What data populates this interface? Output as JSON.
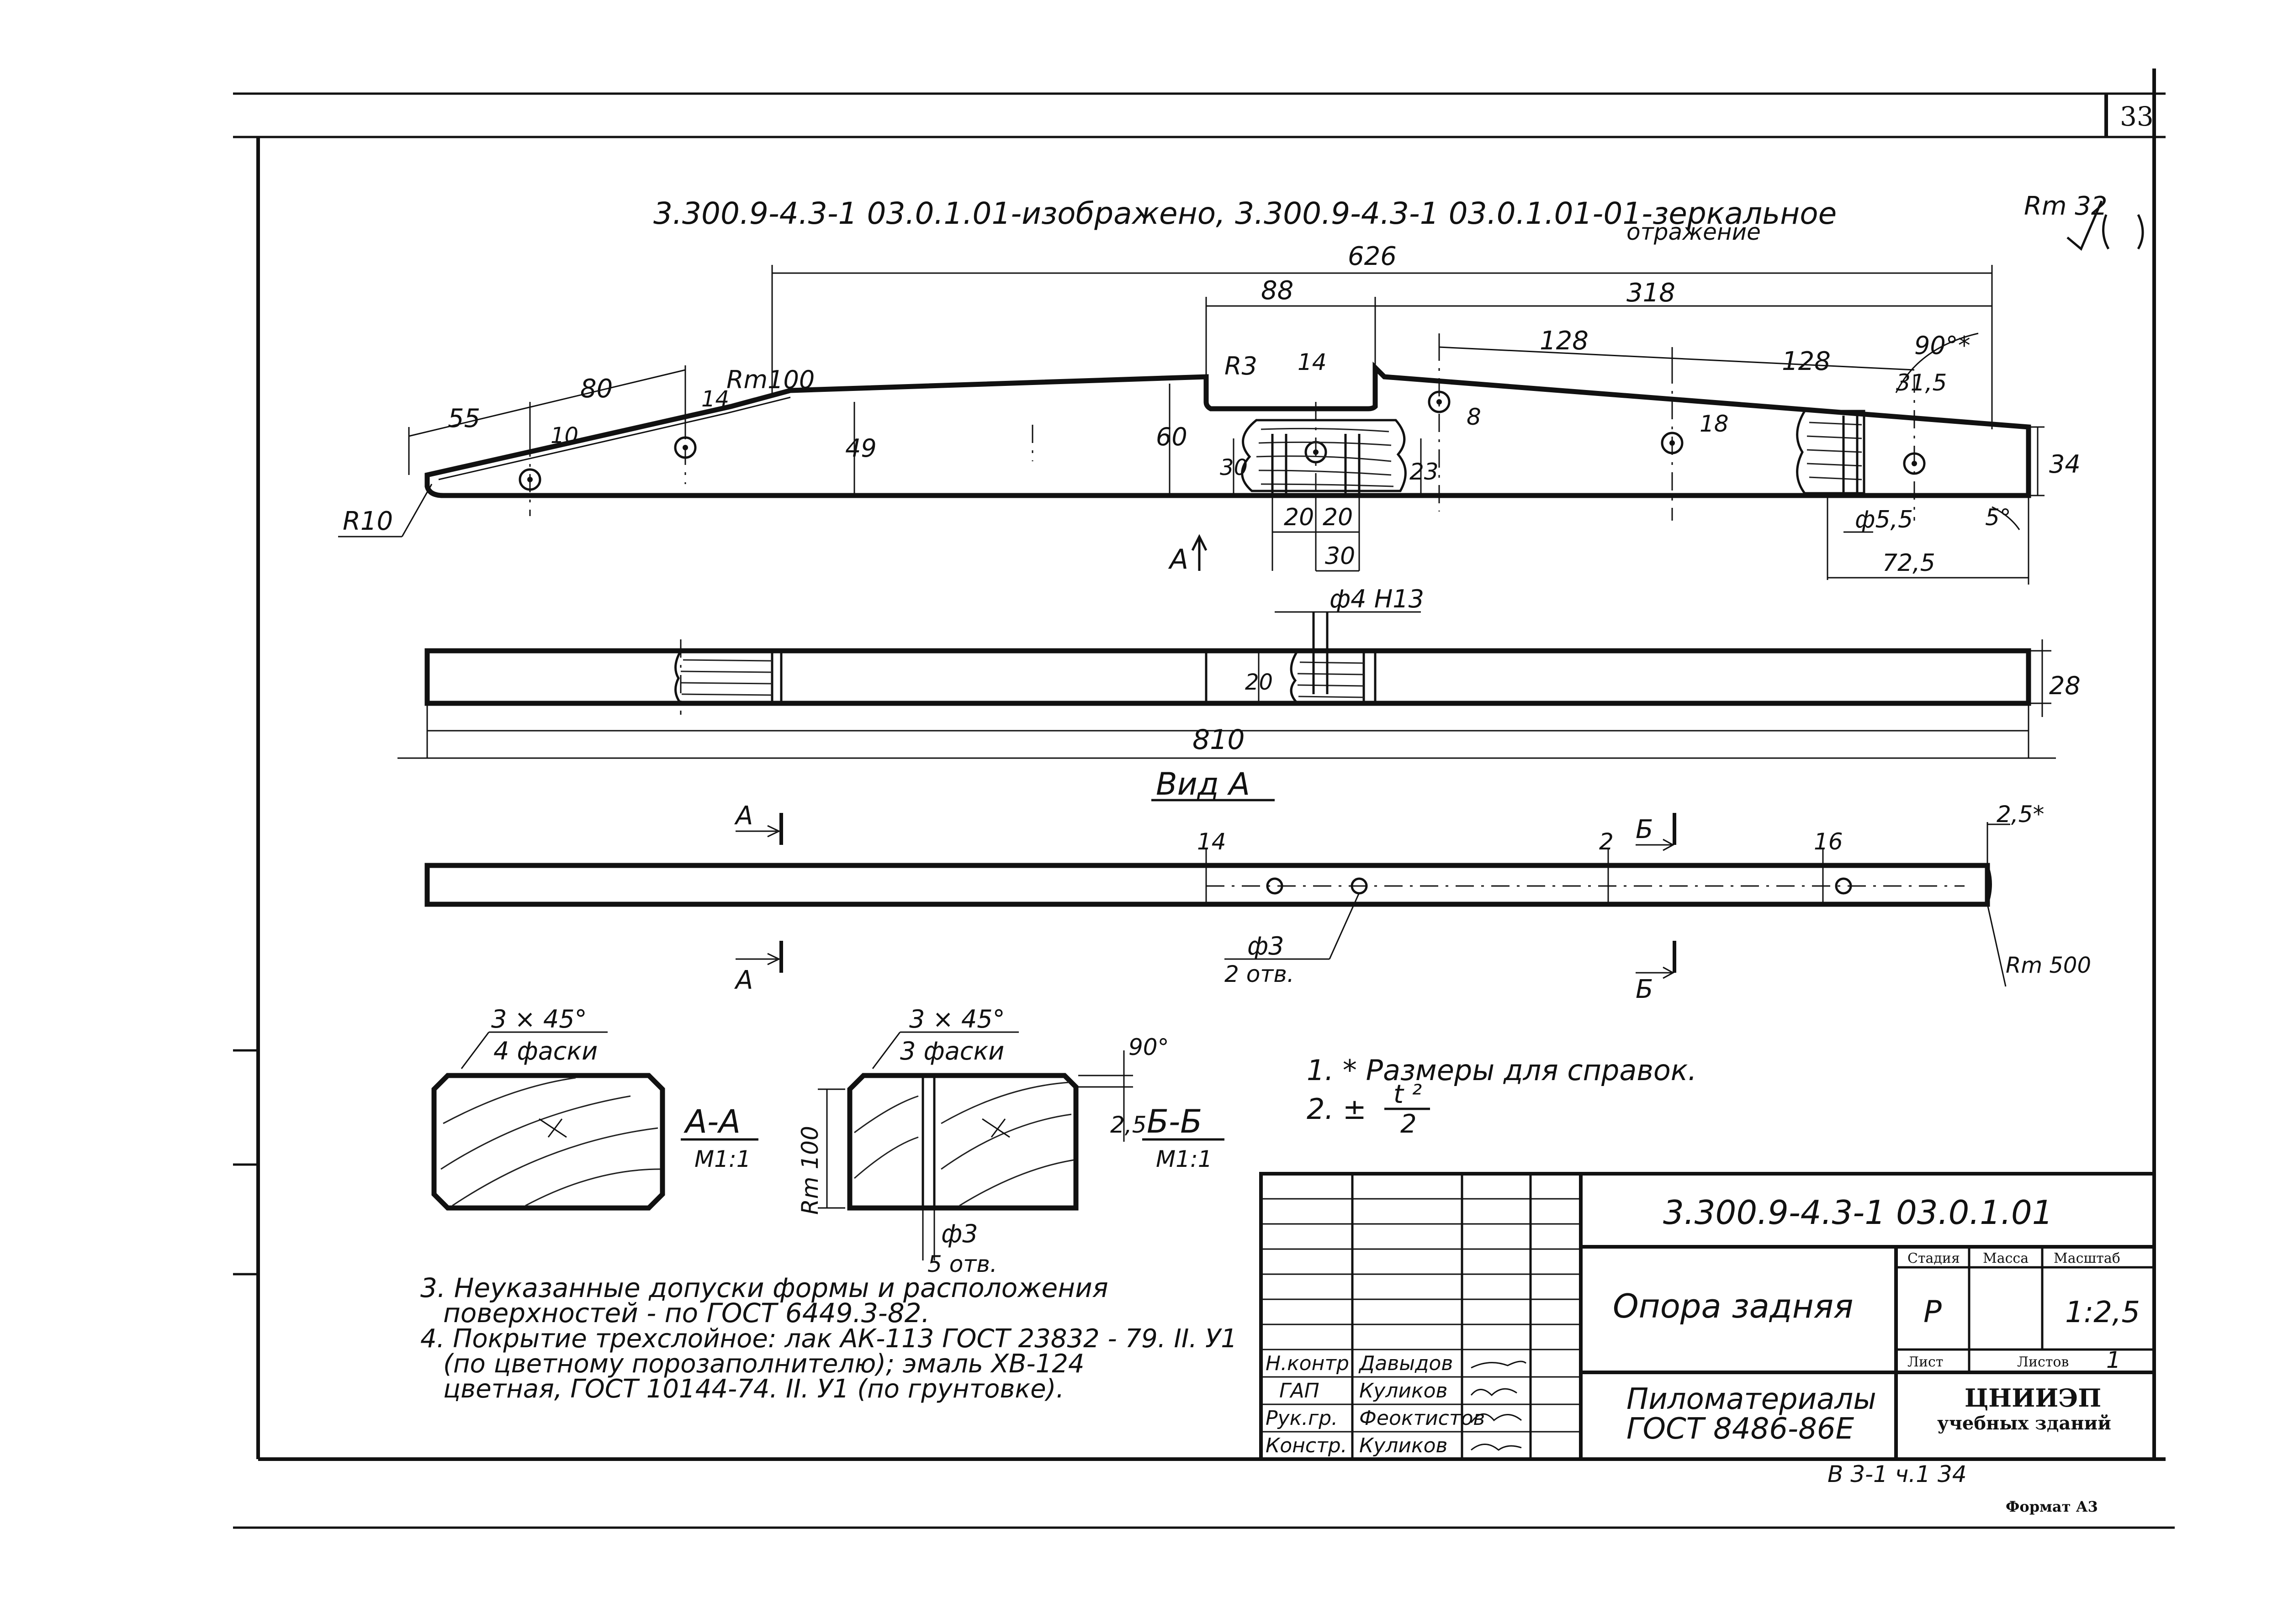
{
  "drawing": {
    "sheet_number": "33",
    "header_note": "3.300.9-4.3-1 03.0.1.01-изображено, 3.300.9-4.3-1 03.0.1.01-01-зеркальное",
    "header_note_line2": "отражение",
    "roughness": "Rm 32",
    "view_label": "Вид А",
    "section_a_mark": "А",
    "section_b_mark": "Б",
    "section_a_title": "А-А",
    "section_a_scale": "М1:1",
    "section_b_title": "Б-Б",
    "section_b_scale": "М1:1"
  },
  "dimensions": {
    "d626": "626",
    "d88": "88",
    "d318": "318",
    "d128a": "128",
    "d128b": "128",
    "d90": "90°*",
    "d31_5": "31,5",
    "dR3": "R3",
    "d14top": "14",
    "d55": "55",
    "d80": "80",
    "d14": "14",
    "dRm100": "Rm100",
    "d10": "10",
    "d49": "49",
    "d60": "60",
    "d30v": "30",
    "d23": "23",
    "d8": "8",
    "d18": "18",
    "d34": "34",
    "dR10": "R10",
    "d20a": "20",
    "d20b": "20",
    "d30h": "30",
    "dphi5_5": "ф5,5",
    "d5deg": "5°",
    "d72_5": "72,5",
    "dphi4": "ф4 Н13",
    "d20plan": "20",
    "d28": "28",
    "d810": "810",
    "d14v": "14",
    "d2": "2",
    "d16": "16",
    "d2_5": "2,5*",
    "dRm500": "Rm 500",
    "dphi3": "ф3",
    "dholes2": "2 отв.",
    "sA_chamfer": "3 × 45°",
    "sA_chamfer_cnt": "4 фаски",
    "sB_chamfer": "3 × 45°",
    "sB_chamfer_cnt": "3 фаски",
    "sB_90": "90°",
    "sB_2_5": "2,5",
    "sB_Rm100": "Rm 100",
    "sB_phi3": "ф3",
    "sB_holes": "5 отв."
  },
  "notes": {
    "n1": "1. * Размеры для справок.",
    "n2_prefix": "2. ±",
    "n2_num": "t ²",
    "n2_den": "2",
    "n3_line1": "3. Неуказанные допуски формы и расположения",
    "n3_line2": "поверхностей - по ГОСТ 6449.3-82.",
    "n4_line1": "4. Покрытие трехслойное: лак АК-113 ГОСТ 23832 - 79. II. У1",
    "n4_line2": "(по цветному порозаполнителю); эмаль ХВ-124",
    "n4_line3": "цветная, ГОСТ 10144-74. II. У1 (по грунтовке)."
  },
  "title_block": {
    "doc_code": "3.300.9-4.3-1 03.0.1.01",
    "part_name": "Опора задняя",
    "material_line1": "Пиломатериалы",
    "material_line2": "ГОСТ 8486-86Е",
    "stage_header": "Стадия",
    "mass_header": "Масса",
    "scale_header": "Масштаб",
    "stage_value": "Р",
    "scale_value": "1:2,5",
    "sheet_label": "Лист",
    "sheets_label": "Листов",
    "sheets_value": "1",
    "org_line1": "ЦНИИЭП",
    "org_line2": "учебных зданий",
    "roles": [
      {
        "role": "Н.контр",
        "name": "Давыдов"
      },
      {
        "role": "ГАП",
        "name": "Куликов"
      },
      {
        "role": "Рук.гр.",
        "name": "Феоктистов"
      },
      {
        "role": "Констр.",
        "name": "Куликов"
      }
    ],
    "footer_ref": "В 3-1   ч.1  34",
    "format": "Формат А3"
  }
}
